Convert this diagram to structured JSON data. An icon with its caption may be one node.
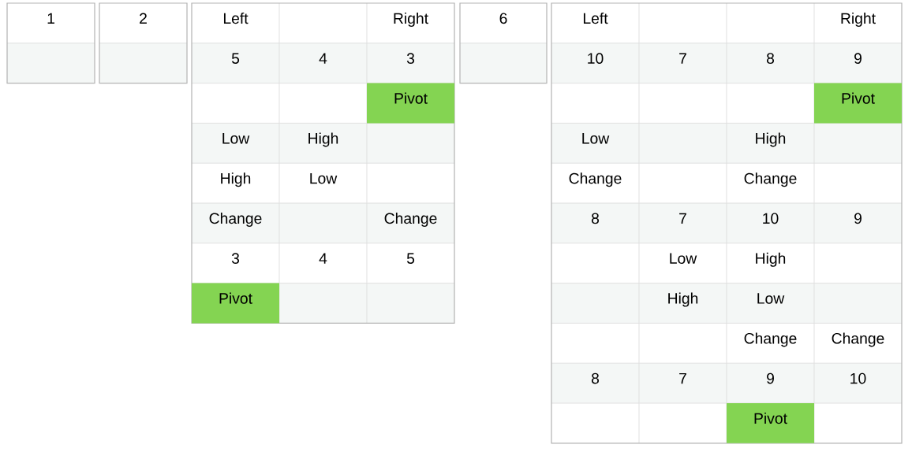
{
  "diagram": {
    "labels": [
      "1",
      "2",
      "Left",
      "Right",
      "5",
      "4",
      "3",
      "Pivot",
      "Low",
      "High",
      "High",
      "Low",
      "Change",
      "Change",
      "3",
      "4",
      "5",
      "Pivot",
      "6",
      "Left",
      "Right",
      "10",
      "7",
      "8",
      "9",
      "Pivot",
      "Low",
      "High",
      "Change",
      "Change",
      "8",
      "7",
      "10",
      "9",
      "Low",
      "High",
      "High",
      "Low",
      "Change",
      "Change",
      "8",
      "7",
      "9",
      "10",
      "Pivot"
    ]
  }
}
